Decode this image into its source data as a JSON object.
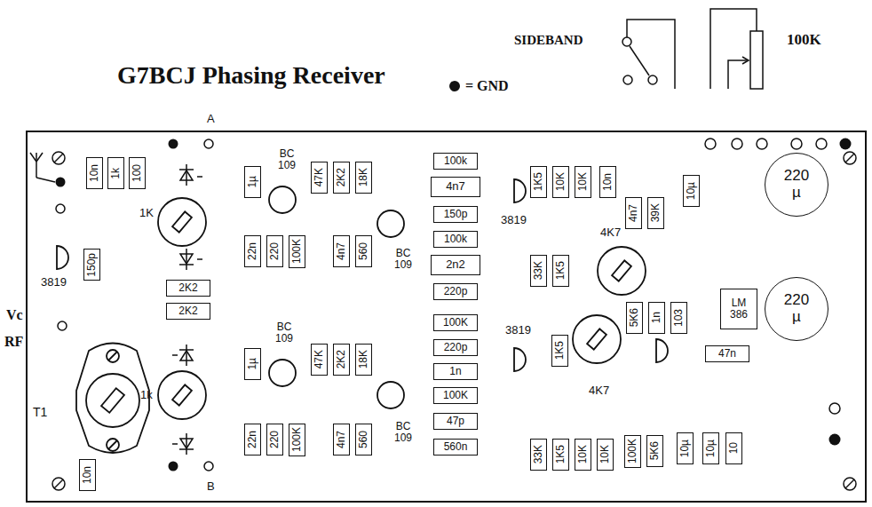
{
  "diagram": {
    "title": "G7BCJ Phasing Receiver",
    "nodes": [
      {
        "text": [
          "10n"
        ]
      },
      {
        "text": [
          "1k"
        ]
      },
      {
        "text": [
          "100"
        ]
      },
      {
        "text": [
          "150p"
        ]
      },
      {
        "text": [
          "2K2"
        ]
      },
      {
        "text": [
          "2K2"
        ]
      },
      {
        "text": [
          "10n"
        ]
      },
      {
        "text": [
          "1µ"
        ]
      },
      {
        "text": [
          "47K"
        ]
      },
      {
        "text": [
          "2K2"
        ]
      },
      {
        "text": [
          "18K"
        ]
      },
      {
        "text": [
          "22n"
        ]
      },
      {
        "text": [
          "220"
        ]
      },
      {
        "text": [
          "100K"
        ]
      },
      {
        "text": [
          "4n7"
        ]
      },
      {
        "text": [
          "560"
        ]
      },
      {
        "text": [
          "1µ"
        ]
      },
      {
        "text": [
          "47K"
        ]
      },
      {
        "text": [
          "2K2"
        ]
      },
      {
        "text": [
          "18K"
        ]
      },
      {
        "text": [
          "22n"
        ]
      },
      {
        "text": [
          "220"
        ]
      },
      {
        "text": [
          "100K"
        ]
      },
      {
        "text": [
          "4n7"
        ]
      },
      {
        "text": [
          "560"
        ]
      },
      {
        "text": [
          "100k"
        ]
      },
      {
        "text": [
          "4n7"
        ]
      },
      {
        "text": [
          "150p"
        ]
      },
      {
        "text": [
          "100k"
        ]
      },
      {
        "text": [
          "2n2"
        ]
      },
      {
        "text": [
          "220p"
        ]
      },
      {
        "text": [
          "100K"
        ]
      },
      {
        "text": [
          "220p"
        ]
      },
      {
        "text": [
          "1n"
        ]
      },
      {
        "text": [
          "100K"
        ]
      },
      {
        "text": [
          "47p"
        ]
      },
      {
        "text": [
          "560n"
        ]
      },
      {
        "text": [
          "1K5"
        ]
      },
      {
        "text": [
          "10K"
        ]
      },
      {
        "text": [
          "10K"
        ]
      },
      {
        "text": [
          "10n"
        ]
      },
      {
        "text": [
          "4n7"
        ]
      },
      {
        "text": [
          "39K"
        ]
      },
      {
        "text": [
          "10µ"
        ]
      },
      {
        "text": [
          "33K"
        ]
      },
      {
        "text": [
          "1K5"
        ]
      },
      {
        "text": [
          "5K6"
        ]
      },
      {
        "text": [
          "1n"
        ]
      },
      {
        "text": [
          "103"
        ]
      },
      {
        "text": [
          "LM 386"
        ]
      },
      {
        "text": [
          "47n"
        ]
      },
      {
        "text": [
          "1K5"
        ]
      },
      {
        "text": [
          "33K"
        ]
      },
      {
        "text": [
          "1K5"
        ]
      },
      {
        "text": [
          "10K"
        ]
      },
      {
        "text": [
          "10K"
        ]
      },
      {
        "text": [
          "100K"
        ]
      },
      {
        "text": [
          "5K6"
        ]
      },
      {
        "text": [
          "10µ"
        ]
      },
      {
        "text": [
          "10µ"
        ]
      },
      {
        "text": [
          "10"
        ]
      },
      {
        "text": [
          "220 µ"
        ]
      },
      {
        "text": [
          "220 µ"
        ]
      }
    ],
    "labels": [
      "SIDEBAND",
      "100K",
      "A",
      "3819",
      "1K",
      "1k",
      "Vc",
      "RF",
      "T1",
      "B",
      "BC 109",
      "BC 109",
      "BC 109",
      "BC 109",
      "3819",
      "4K7",
      "3819",
      "4K7"
    ],
    "legend": [
      {
        "text": "= GND"
      }
    ]
  }
}
